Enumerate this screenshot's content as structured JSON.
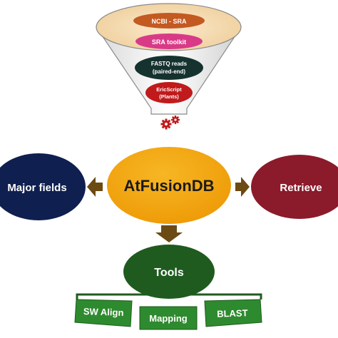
{
  "title": "AtFusionDB",
  "funnel": {
    "steps": [
      "NCBI - SRA",
      "SRA toolkit",
      "FASTQ reads",
      "(paired-end)",
      "EricScript",
      "(Plants)"
    ]
  },
  "processing_icon": "gears-icon",
  "left_node": "Major fields",
  "right_node": "Retrieve",
  "bottom_node": "Tools",
  "tools": [
    "SW Align",
    "Mapping",
    "BLAST"
  ],
  "colors": {
    "center": "#f0a30a",
    "left": "#0f1f4f",
    "right": "#8b1a2b",
    "tools": "#1f5b1f",
    "tool_boxes": "#2e8a2e",
    "arrows": "#6b4a14",
    "gears": "#c0191a",
    "funnel_top": "#f5ddb8"
  }
}
